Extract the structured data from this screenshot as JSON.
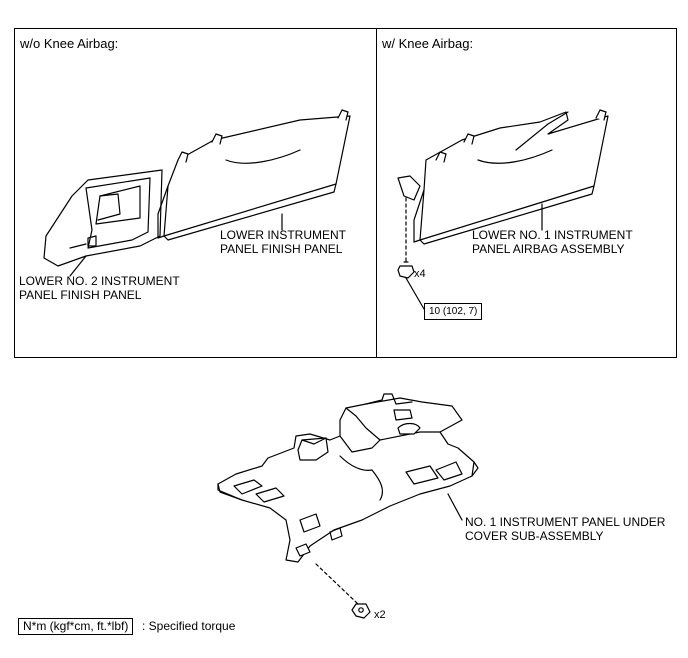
{
  "top_left": {
    "header": "w/o Knee Airbag:",
    "label_lower_finish": [
      "LOWER INSTRUMENT",
      "PANEL FINISH PANEL"
    ],
    "label_lower_no2": [
      "LOWER NO. 2 INSTRUMENT",
      "PANEL FINISH PANEL"
    ]
  },
  "top_right": {
    "header": "w/ Knee Airbag:",
    "label_airbag": [
      "LOWER NO. 1 INSTRUMENT",
      "PANEL AIRBAG ASSEMBLY"
    ],
    "bolt_count": "x4",
    "torque_value": "10 (102, 7)"
  },
  "bottom": {
    "label_under_cover": [
      "NO. 1 INSTRUMENT PANEL UNDER",
      "COVER SUB-ASSEMBLY"
    ],
    "screw_count": "x2"
  },
  "legend": {
    "unit_box": "N*m (kgf*cm, ft.*lbf)",
    "description": ": Specified torque"
  }
}
